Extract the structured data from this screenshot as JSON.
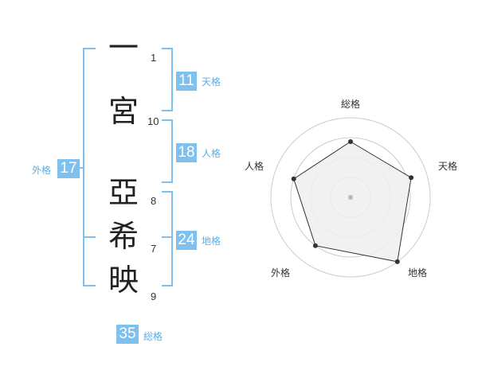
{
  "name": {
    "chars": [
      {
        "char": "一",
        "strokes": "1"
      },
      {
        "char": "宮",
        "strokes": "10"
      },
      {
        "char": "亞",
        "strokes": "8"
      },
      {
        "char": "希",
        "strokes": "7"
      },
      {
        "char": "映",
        "strokes": "9"
      }
    ]
  },
  "grids": {
    "tenkaku": {
      "label": "天格",
      "value": "11"
    },
    "jinkaku": {
      "label": "人格",
      "value": "18"
    },
    "chikaku": {
      "label": "地格",
      "value": "24"
    },
    "gaikaku": {
      "label": "外格",
      "value": "17"
    },
    "soukaku": {
      "label": "総格",
      "value": "35"
    }
  },
  "colors": {
    "accent": "#7ec0ee",
    "accent_text": "#5aaee6",
    "radar_fill": "#eeeeee",
    "radar_ring": "#cccccc"
  },
  "chart_data": {
    "type": "radar",
    "axes": [
      "総格",
      "天格",
      "地格",
      "外格",
      "人格"
    ],
    "values": [
      0.7,
      0.8,
      1.0,
      0.75,
      0.75
    ],
    "rings": 4
  }
}
